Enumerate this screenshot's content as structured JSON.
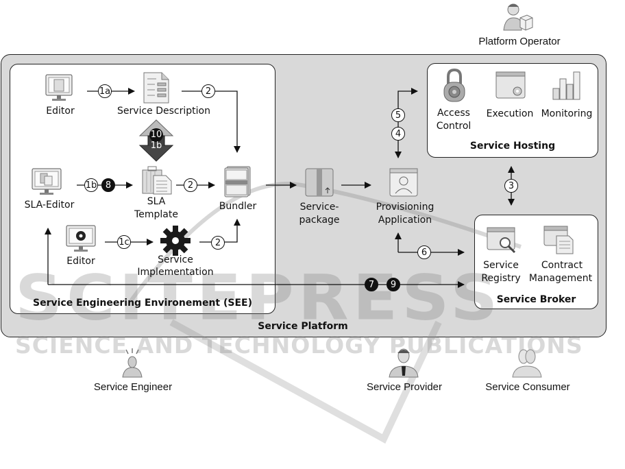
{
  "actors": {
    "platform_operator": "Platform Operator",
    "service_engineer": "Service Engineer",
    "service_provider": "Service Provider",
    "service_consumer": "Service Consumer"
  },
  "containers": {
    "service_platform": "Service Platform",
    "see": "Service Engineering Environement (SEE)",
    "service_hosting": "Service Hosting",
    "service_broker": "Service Broker"
  },
  "nodes": {
    "editor_1": "Editor",
    "service_description": "Service Description",
    "sla_editor": "SLA-Editor",
    "sla_template_l1": "SLA",
    "sla_template_l2": "Template",
    "bundler": "Bundler",
    "editor_2": "Editor",
    "service_impl_l1": "Service",
    "service_impl_l2": "Implementation",
    "service_package_l1": "Service-",
    "service_package_l2": "package",
    "provisioning_l1": "Provisioning",
    "provisioning_l2": "Application",
    "access_control_l1": "Access",
    "access_control_l2": "Control",
    "execution": "Execution",
    "monitoring": "Monitoring",
    "service_registry_l1": "Service",
    "service_registry_l2": "Registry",
    "contract_mgmt_l1": "Contract",
    "contract_mgmt_l2": "Management"
  },
  "steps": {
    "s1a": "1a",
    "s2_top": "2",
    "s10": "10",
    "s1b_vertical": "1b",
    "s1b": "1b",
    "s8": "8",
    "s2_mid": "2",
    "s1c": "1c",
    "s2_bot": "2",
    "s5": "5",
    "s4": "4",
    "s3": "3",
    "s6": "6",
    "s7": "7",
    "s9": "9"
  },
  "watermark": {
    "main": "SCITEPRESS",
    "sub": "SCIENCE AND TECHNOLOGY PUBLICATIONS"
  }
}
